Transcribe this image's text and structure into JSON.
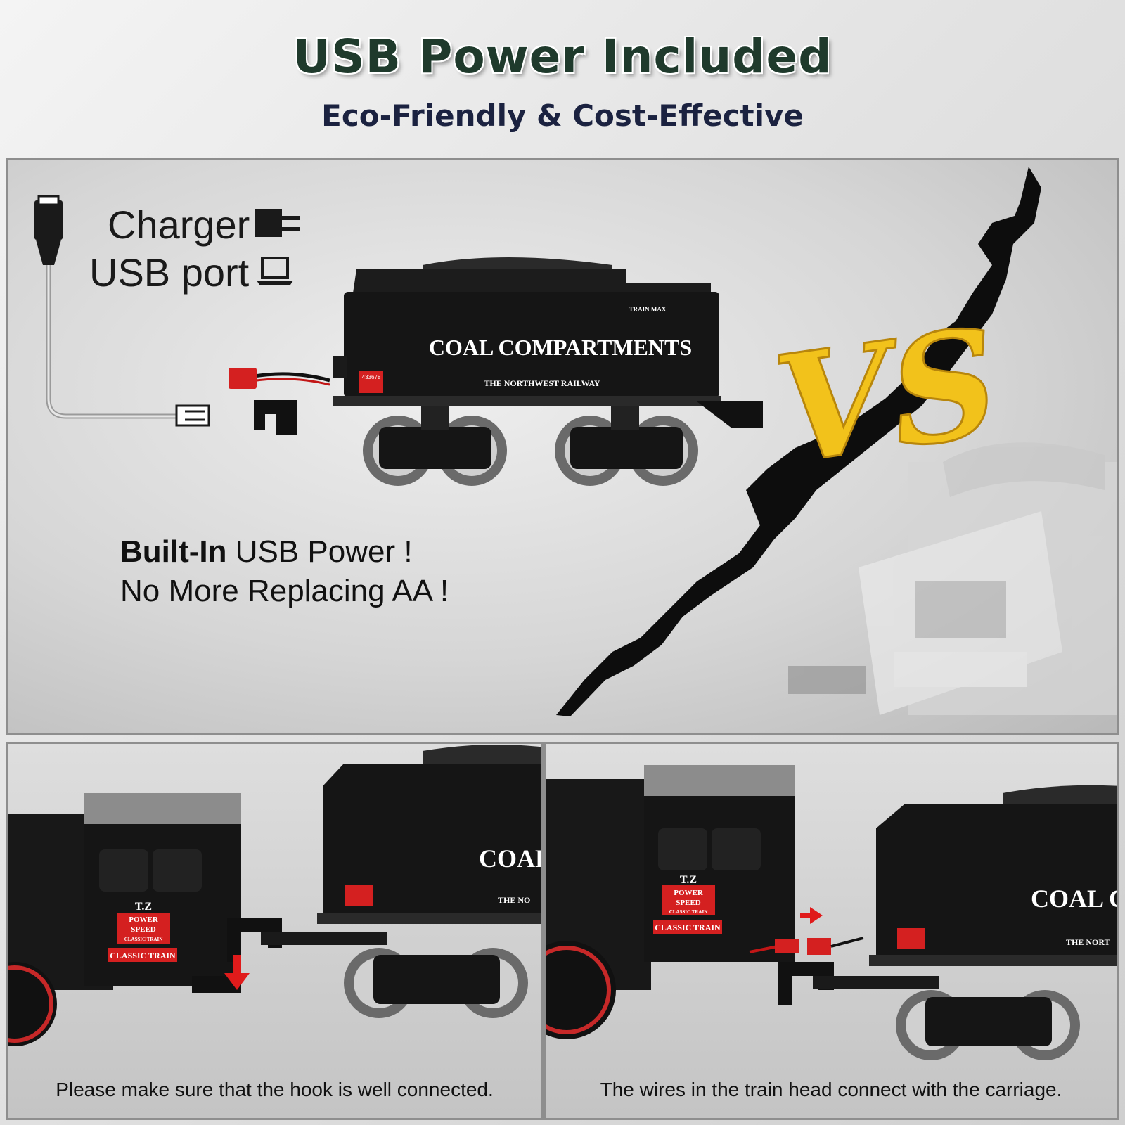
{
  "header": {
    "title": "USB Power Included",
    "subtitle": "Eco-Friendly & Cost-Effective"
  },
  "top_panel": {
    "charger_label": "Charger",
    "usb_port_label": "USB port",
    "built_in_bold": "Built-In",
    "built_in_rest": " USB Power !",
    "no_more_line": "No More Replacing AA !",
    "tender_text": "COAL COMPARTMENTS",
    "tender_subtext": "THE NORTHWEST RAILWAY",
    "tender_brand": "TRAIN MAX",
    "tender_sticker": "433678",
    "vs_text": "VS"
  },
  "bottom_left": {
    "caption": "Please make sure that the hook is well connected.",
    "tender_text": "COAL",
    "tender_subtext": "THE NO",
    "loco_tz": "T.Z",
    "loco_power": "POWER",
    "loco_speed": "SPEED",
    "loco_classic": "CLASSIC TRAIN",
    "loco_plate": "CLASSIC TRAIN"
  },
  "bottom_right": {
    "caption": "The wires in the train head connect with the carriage.",
    "tender_text": "COAL C",
    "tender_subtext": "THE NORT",
    "loco_tz": "T.Z",
    "loco_power": "POWER",
    "loco_speed": "SPEED",
    "loco_classic": "CLASSIC TRAIN",
    "loco_plate": "CLASSIC TRAIN"
  },
  "colors": {
    "title_green": "#1f3a2c",
    "subtitle_navy": "#1b2240",
    "arrow_red": "#e01b1b",
    "vs_gold": "#f2c21b"
  }
}
